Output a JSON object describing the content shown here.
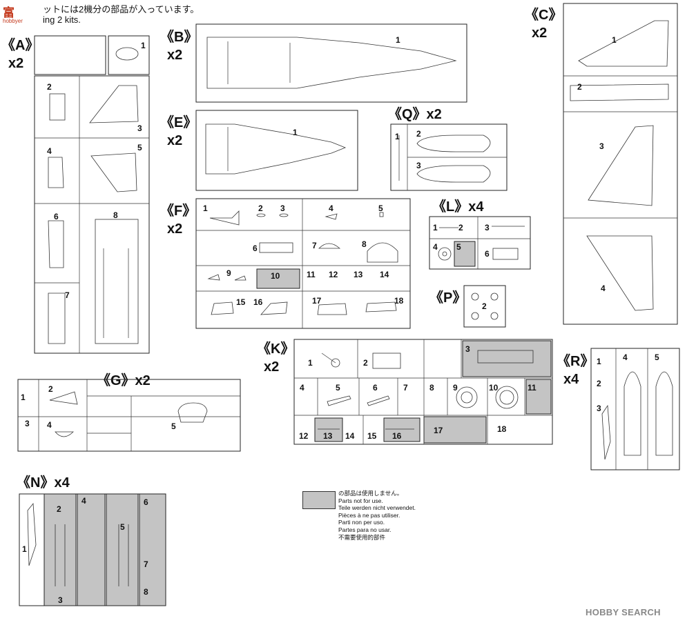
{
  "header": {
    "line1": "ットには2機分の部品が入っています。",
    "line2": "ing 2 kits."
  },
  "logo": {
    "text": "富",
    "sub": "hobbyer"
  },
  "sprues": {
    "A": {
      "label": "《A》",
      "qty": "x2",
      "parts": [
        "1",
        "2",
        "3",
        "4",
        "5",
        "6",
        "7",
        "8"
      ]
    },
    "B": {
      "label": "《B》",
      "qty": "x2",
      "parts": [
        "1"
      ]
    },
    "C": {
      "label": "《C》",
      "qty": "x2",
      "parts": [
        "1",
        "2",
        "3",
        "4"
      ]
    },
    "E": {
      "label": "《E》",
      "qty": "x2",
      "parts": [
        "1"
      ]
    },
    "Q": {
      "label": "《Q》x2",
      "parts": [
        "1",
        "2",
        "3"
      ]
    },
    "F": {
      "label": "《F》",
      "qty": "x2",
      "parts": [
        "1",
        "2",
        "3",
        "4",
        "5",
        "6",
        "7",
        "8",
        "9",
        "10",
        "11",
        "12",
        "13",
        "14",
        "15",
        "16",
        "17",
        "18"
      ]
    },
    "L": {
      "label": "《L》x4",
      "parts": [
        "1",
        "2",
        "3",
        "4",
        "5",
        "6"
      ]
    },
    "P": {
      "label": "《P》",
      "parts": [
        "2"
      ]
    },
    "K": {
      "label": "《K》",
      "qty": "x2",
      "parts": [
        "1",
        "2",
        "3",
        "4",
        "5",
        "6",
        "7",
        "8",
        "9",
        "10",
        "11",
        "12",
        "13",
        "14",
        "15",
        "16",
        "17",
        "18"
      ]
    },
    "R": {
      "label": "《R》",
      "qty": "x4",
      "parts": [
        "1",
        "2",
        "3",
        "4",
        "5"
      ]
    },
    "G": {
      "label": "《G》x2",
      "parts": [
        "1",
        "2",
        "3",
        "4",
        "5"
      ]
    },
    "N": {
      "label": "《N》x4",
      "parts": [
        "1",
        "2",
        "3",
        "4",
        "5",
        "6",
        "7",
        "8"
      ]
    }
  },
  "legend": {
    "lines": [
      "の部品は使用しません。",
      "Parts not for use.",
      "Teile werden nicht verwendet.",
      "Pièces à ne pas utiliser.",
      "Parti non per uso.",
      "Partes para no usar.",
      "不需要使用的部件"
    ]
  },
  "watermark": "HOBBY SEARCH",
  "colors": {
    "unused_fill": "#c4c4c4",
    "stroke": "#222222",
    "logo": "#c43a1e"
  }
}
